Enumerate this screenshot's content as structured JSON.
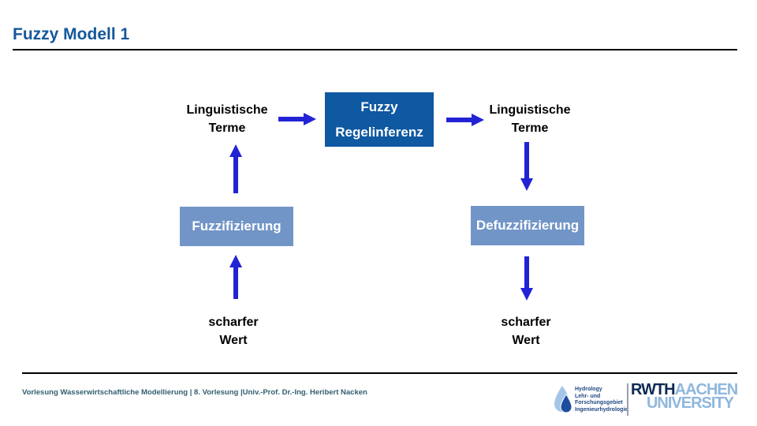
{
  "slide": {
    "title": "Fuzzy Modell 1"
  },
  "diagram": {
    "left_term": {
      "line1": "Linguistische",
      "line2": "Terme"
    },
    "right_term": {
      "line1": "Linguistische",
      "line2": "Terme"
    },
    "center_box": {
      "line1": "Fuzzy",
      "line2": "Regelinferenz"
    },
    "fuzzification_box": "Fuzzifizierung",
    "defuzzification_box": "Defuzzifizierung",
    "left_value": {
      "line1": "scharfer",
      "line2": "Wert"
    },
    "right_value": {
      "line1": "scharfer",
      "line2": "Wert"
    }
  },
  "footer": {
    "text": "Vorlesung Wasserwirtschaftliche Modellierung | 8. Vorlesung |Univ.-Prof. Dr.-Ing. Heribert Nacken"
  },
  "logos": {
    "hydrology": {
      "line1": "Hydrology",
      "line2": "Lehr- und",
      "line3": "Forschungsgebiet",
      "line4": "Ingenieurhydrologie"
    },
    "rwth": {
      "word1": "RWTH",
      "word2": "AACHEN",
      "line2": "UNIVERSITY"
    }
  },
  "colors": {
    "title_blue": "#15589B",
    "inference_box_blue": "#0F58A2",
    "fuzzify_box_blue": "#7295C7",
    "arrow_blue": "#2323D6",
    "footer_text": "#315F70",
    "rwth_navy": "#0C2A52",
    "rwth_light_blue": "#8FB7DC",
    "rule_black": "#000000"
  }
}
